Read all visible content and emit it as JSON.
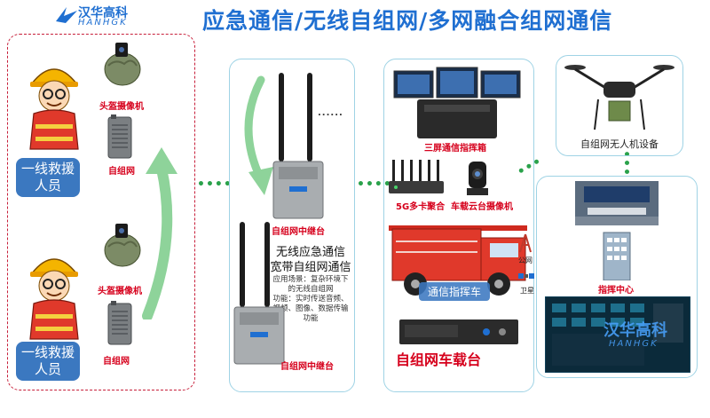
{
  "title": "应急通信/无线自组网/多网融合组网通信",
  "logo": {
    "cn": "汉华高科",
    "en": "HANHGK"
  },
  "left_panel": {
    "helmet_camera_1": "头盔摄像机",
    "adhoc_1": "自组网",
    "responder_1": "一线救援人员",
    "helmet_camera_2": "头盔摄像机",
    "adhoc_2": "自组网",
    "responder_2": "一线救援人员"
  },
  "relay_panel": {
    "ellipsis": "......",
    "relay_top": "自组网中继台",
    "desc_title_1": "无线应急通信",
    "desc_title_2": "宽带自组网通信",
    "desc_line_1": "应用场景：复杂环境下",
    "desc_line_2": "的无线自组网",
    "desc_line_3": "功能：实时传送音频、",
    "desc_line_4": "视频、图像、数据传输",
    "desc_line_5": "功能",
    "relay_bottom": "自组网中继台"
  },
  "vehicle_panel": {
    "three_screen": "三屏通信指挥箱",
    "fiveg": "5G多卡聚合",
    "vehicle_camera": "车载云台摄像机",
    "truck_label": "通信指挥车",
    "vehicle_station": "自组网车载台"
  },
  "network": {
    "public": "公网",
    "satellite": "卫星"
  },
  "uav_panel": {
    "label": "自组网无人机设备"
  },
  "command_panel": {
    "label": "指挥中心",
    "watermark_cn": "汉华高科",
    "watermark_en": "HANHGK"
  },
  "colors": {
    "accent_blue": "#1f6fd1",
    "label_red": "#d6001c",
    "arrow_green": "#8ed39a",
    "dashed_red": "#c71f3a"
  }
}
